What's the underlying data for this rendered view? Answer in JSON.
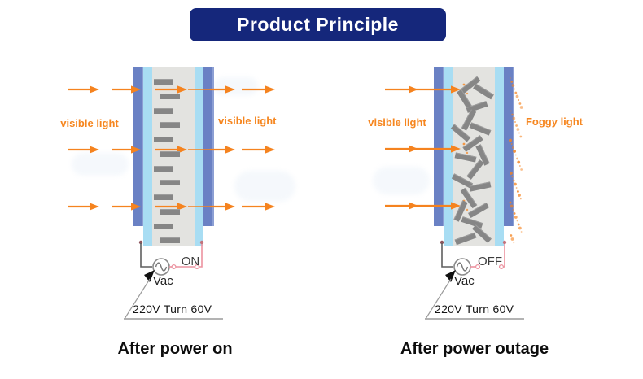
{
  "banner": {
    "title": "Product Principle"
  },
  "colors": {
    "banner_navy": "#15277b",
    "accent_orange": "#f5831f",
    "pane_blue": "#6a81c4",
    "film_blue": "#a8ddf3",
    "core_gray": "#e3e3e0",
    "particle_gray": "#868686",
    "wire_gray": "#5f5f5f",
    "wire_pink": "#ec93a0"
  },
  "panel_on": {
    "left_label": "visible light",
    "right_label": "visible light",
    "switch_state": "ON",
    "source_label": "Vac",
    "transformer_note": "220V Turn 60V",
    "caption": "After power on",
    "arrow_rows_y": [
      110,
      184,
      254
    ],
    "particles_y": [
      100,
      118,
      136,
      153,
      171,
      189,
      207,
      224,
      242,
      260,
      278,
      295
    ]
  },
  "panel_off": {
    "left_label": "visible light",
    "right_label": "Foggy light",
    "switch_state": "OFF",
    "source_label": "Vac",
    "transformer_note": "220V Turn 60V",
    "caption": "After power outage",
    "arrow_rows_y": [
      110,
      183,
      253
    ],
    "particles": [
      [
        578,
        104,
        -38
      ],
      [
        594,
        112,
        32
      ],
      [
        571,
        122,
        58
      ],
      [
        586,
        131,
        -18
      ],
      [
        576,
        147,
        -62
      ],
      [
        590,
        158,
        22
      ],
      [
        566,
        163,
        40
      ],
      [
        581,
        176,
        -35
      ],
      [
        593,
        190,
        65
      ],
      [
        572,
        193,
        12
      ],
      [
        584,
        208,
        -52
      ],
      [
        568,
        222,
        28
      ],
      [
        590,
        229,
        -12
      ],
      [
        576,
        243,
        55
      ],
      [
        588,
        258,
        -30
      ],
      [
        566,
        259,
        -65
      ],
      [
        580,
        273,
        18
      ],
      [
        592,
        287,
        42
      ],
      [
        572,
        293,
        -20
      ]
    ]
  }
}
